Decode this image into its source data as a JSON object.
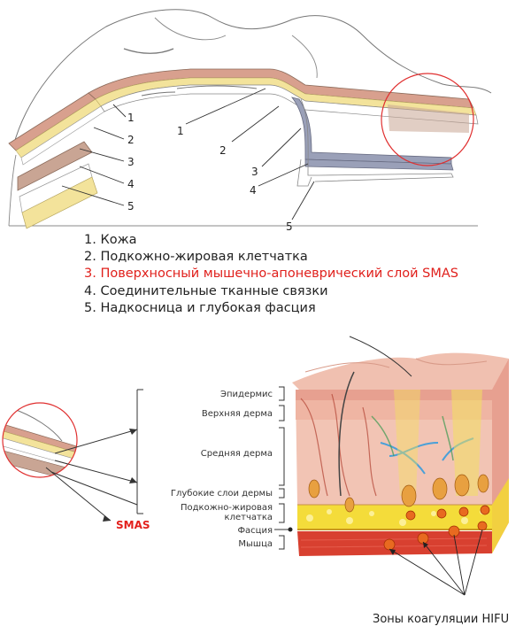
{
  "top_diagram": {
    "left_callouts": [
      "1",
      "2",
      "3",
      "4",
      "5"
    ],
    "right_callouts": [
      "1",
      "2",
      "3",
      "4",
      "5"
    ]
  },
  "legend": {
    "items": [
      {
        "text": "1. Кожа",
        "highlight": false
      },
      {
        "text": "2. Подкожно-жировая клетчатка",
        "highlight": false
      },
      {
        "text": "3. Поверхносный мышечно-апоневрический слой SMAS",
        "highlight": true
      },
      {
        "text": "4. Соединительные тканные связки",
        "highlight": false
      },
      {
        "text": "5. Надкосница и глубокая фасция",
        "highlight": false
      }
    ],
    "highlight_color": "#e0201c"
  },
  "bottom_diagram": {
    "smas_label": "SMAS",
    "layer_labels": {
      "epidermis": "Эпидермис",
      "upper_dermis": "Верхняя дерма",
      "middle_dermis": "Средняя дерма",
      "deep_dermis": "Глубокие слои дермы",
      "subcutaneous": "Подкожно-жировая клетчатка",
      "fascia": "Фасция",
      "muscle": "Мышца"
    },
    "caption": "Зоны коагуляции HIFU"
  },
  "colors": {
    "skin": "#d8a08e",
    "fat": "#f3e39b",
    "smas": "#9aa0b8",
    "circle": "#e03030",
    "smas_label": "#e3201c"
  }
}
